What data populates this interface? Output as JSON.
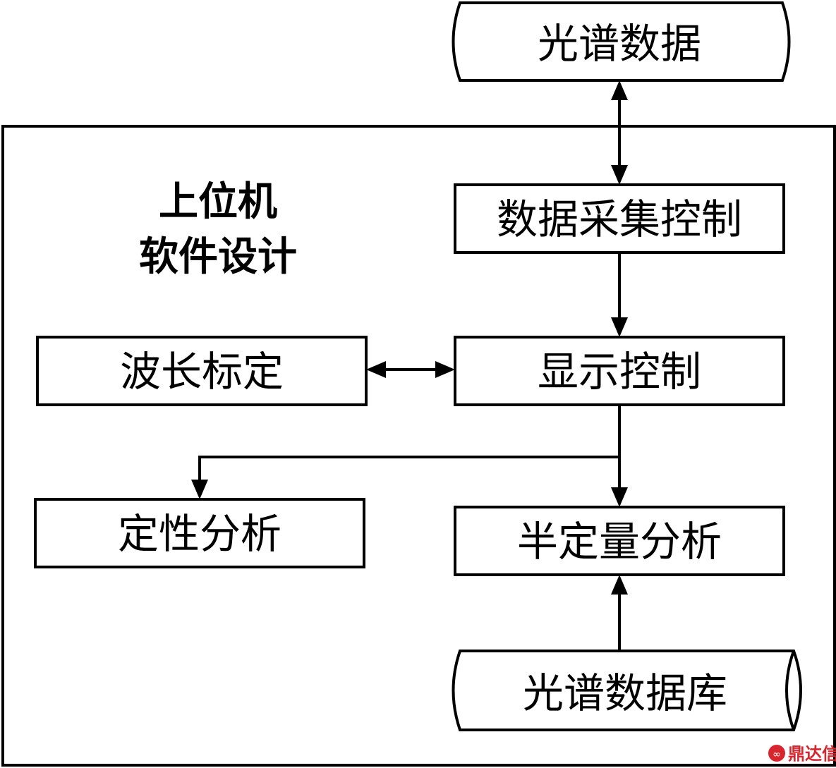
{
  "title": {
    "line1": "上位机",
    "line2": "软件设计"
  },
  "nodes": {
    "spectral_data": "光谱数据",
    "data_acquisition": "数据采集控制",
    "display_control": "显示控制",
    "wavelength_calibration": "波长标定",
    "qualitative_analysis": "定性分析",
    "semi_quantitative_analysis": "半定量分析",
    "spectral_database": "光谱数据库"
  },
  "watermark": {
    "text": "鼎达信"
  },
  "colors": {
    "watermark": "#d8262e",
    "stroke": "#000000",
    "background": "#ffffff"
  }
}
